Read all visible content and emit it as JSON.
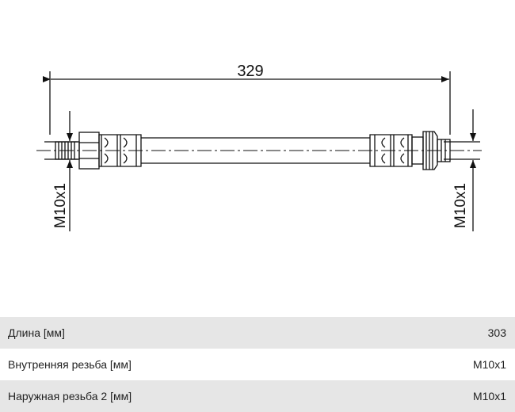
{
  "drawing": {
    "length_dimension": "329",
    "left_thread_label": "M10x1",
    "right_thread_label": "M10x1",
    "line_color": "#111111"
  },
  "specs": [
    {
      "label": "Длина [мм]",
      "value": "303"
    },
    {
      "label": "Внутренняя резьба [мм]",
      "value": "M10x1"
    },
    {
      "label": "Наружная резьба 2 [мм]",
      "value": "M10x1"
    }
  ],
  "colors": {
    "row_shade": "#e6e6e6",
    "row_plain": "#ffffff",
    "text": "#222222"
  }
}
